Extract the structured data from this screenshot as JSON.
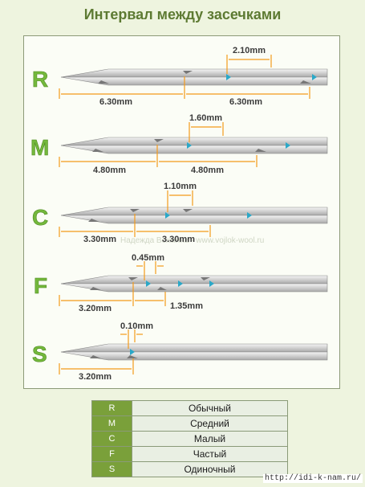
{
  "title": "Интервал между засечками",
  "watermark": "Надежда Вохмяна - www.vojlok-wool.ru",
  "url": "http://idi-k-nam.ru/",
  "colors": {
    "accent": "#f49a1b",
    "letter": "#74b83c",
    "legend_code_bg": "#7aa03a",
    "legend_name_bg": "#e9efe3",
    "barb": "#2aa8c8",
    "needle": "#d8d8d8"
  },
  "needles": [
    {
      "code": "R",
      "spacing_label": "6.30mm",
      "spacing_label_2": "6.30mm",
      "barb_label": "2.10mm",
      "barbs": 2
    },
    {
      "code": "M",
      "spacing_label": "4.80mm",
      "spacing_label_2": "4.80mm",
      "barb_label": "1.60mm",
      "barbs": 2
    },
    {
      "code": "C",
      "spacing_label": "3.30mm",
      "spacing_label_2": "3.30mm",
      "barb_label": "1.10mm",
      "barbs": 2
    },
    {
      "code": "F",
      "spacing_label": "3.20mm",
      "spacing_label_2": "1.35mm",
      "barb_label": "0.45mm",
      "barbs": 3
    },
    {
      "code": "S",
      "spacing_label": "3.20mm",
      "spacing_label_2": "",
      "barb_label": "0.10mm",
      "barbs": 1
    }
  ],
  "legend": [
    {
      "code": "R",
      "name": "Обычный"
    },
    {
      "code": "M",
      "name": "Средний"
    },
    {
      "code": "C",
      "name": "Малый"
    },
    {
      "code": "F",
      "name": "Частый"
    },
    {
      "code": "S",
      "name": "Одиночный"
    }
  ]
}
